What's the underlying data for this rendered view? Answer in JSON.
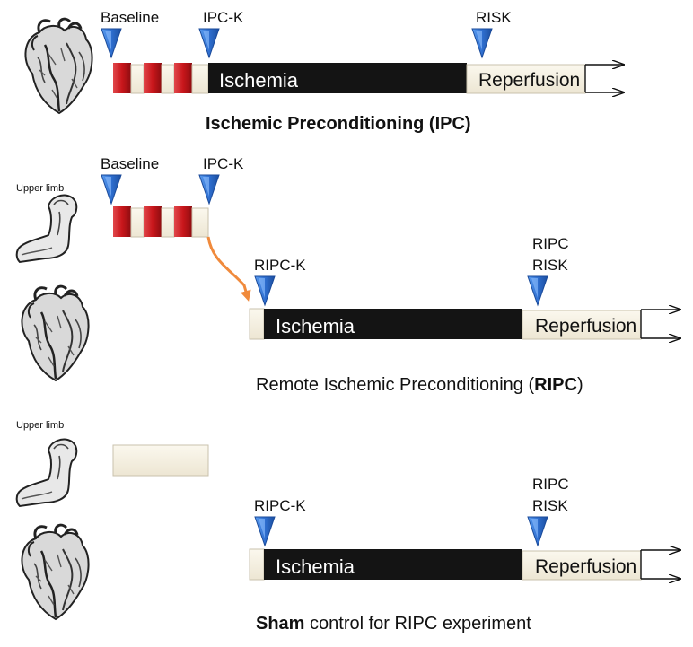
{
  "ipc": {
    "marker_baseline": "Baseline",
    "marker_ipck": "IPC-K",
    "marker_risk": "RISK",
    "ischemia": "Ischemia",
    "reperfusion": "Reperfusion",
    "caption": "Ischemic Preconditioning (IPC)"
  },
  "ripc": {
    "limb_label": "Upper limb",
    "marker_baseline": "Baseline",
    "marker_ipck": "IPC-K",
    "marker_ripck": "RIPC-K",
    "marker_risk_line1": "RIPC",
    "marker_risk_line2": "RISK",
    "ischemia": "Ischemia",
    "reperfusion": "Reperfusion",
    "caption_prefix": "Remote Ischemic Preconditioning (",
    "caption_bold": "RIPC",
    "caption_suffix": ")"
  },
  "sham": {
    "limb_label": "Upper limb",
    "marker_ripck": "RIPC-K",
    "marker_risk_line1": "RIPC",
    "marker_risk_line2": "RISK",
    "ischemia": "Ischemia",
    "reperfusion": "Reperfusion",
    "caption_bold": "Sham",
    "caption_rest": " control for RIPC experiment"
  },
  "colors": {
    "marker_blue": "#2f6fd0",
    "occlusion_red": "#c8161b",
    "ischemia_black": "#141414",
    "reperfusion_cream": "#f6f1e3",
    "arrow_orange": "#f08a3c"
  }
}
